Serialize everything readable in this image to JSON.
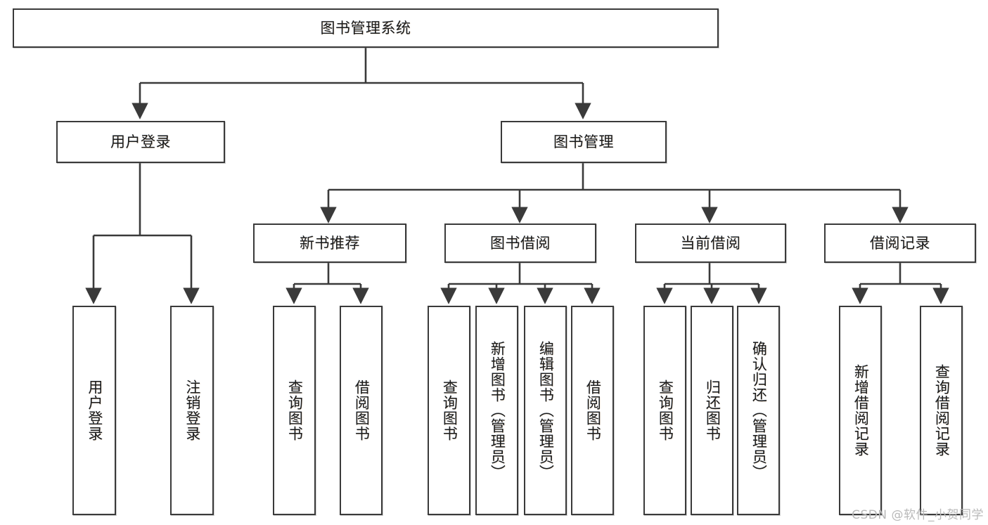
{
  "diagram": {
    "title": "图书管理系统",
    "type": "tree-hierarchy-diagram",
    "root": {
      "label": "图书管理系统"
    },
    "level2": [
      {
        "label": "用户登录"
      },
      {
        "label": "图书管理"
      }
    ],
    "level3": [
      {
        "label": "新书推荐"
      },
      {
        "label": "图书借阅"
      },
      {
        "label": "当前借阅"
      },
      {
        "label": "借阅记录"
      }
    ],
    "leaves": {
      "user_login": [
        {
          "label": "用户登录"
        },
        {
          "label": "注销登录"
        }
      ],
      "new_book_recommend": [
        {
          "label": "查询图书"
        },
        {
          "label": "借阅图书"
        }
      ],
      "book_borrow": [
        {
          "label": "查询图书"
        },
        {
          "label": "新增图书（管理员）"
        },
        {
          "label": "编辑图书（管理员）"
        },
        {
          "label": "借阅图书"
        }
      ],
      "current_borrow": [
        {
          "label": "查询图书"
        },
        {
          "label": "归还图书"
        },
        {
          "label": "确认归还（管理员）"
        }
      ],
      "borrow_records": [
        {
          "label": "新增借阅记录"
        },
        {
          "label": "查询借阅记录"
        }
      ]
    }
  },
  "watermark": {
    "text": "CSDN @软件_小贺同学"
  },
  "colors": {
    "stroke": "#3a3a3a",
    "text": "#1b1b1b",
    "background": "#ffffff",
    "watermark": "#b9b9b9"
  }
}
